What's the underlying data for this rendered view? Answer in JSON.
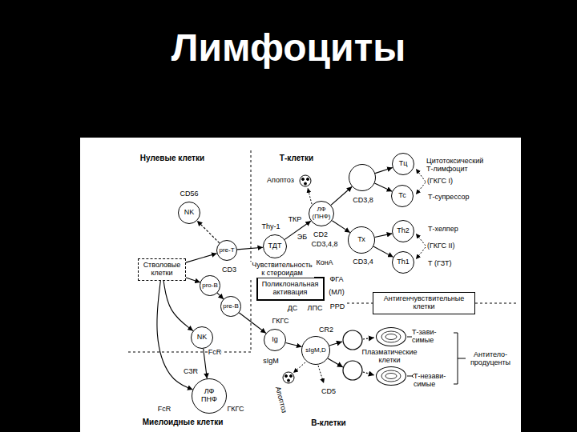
{
  "diagram": {
    "title": "Лимфоциты",
    "nodes": [
      {
        "text": [
          "Стволовые клетки"
        ]
      },
      {
        "text": [
          "NK"
        ]
      },
      {
        "text": [
          "pre-T"
        ]
      },
      {
        "text": [
          "pro-B"
        ]
      },
      {
        "text": [
          "pre-B"
        ]
      },
      {
        "text": [
          "NK"
        ]
      },
      {
        "text": [
          "ЛФ ПНФ"
        ]
      },
      {
        "text": [
          "ТДТ"
        ]
      },
      {
        "text": [
          "ЛФ (ПНФ)"
        ]
      },
      {
        "text": [
          "CD3,8"
        ]
      },
      {
        "text": [
          "Тц"
        ]
      },
      {
        "text": [
          "Тс"
        ]
      },
      {
        "text": [
          "Тх",
          "CD3,4"
        ]
      },
      {
        "text": [
          "Th2"
        ]
      },
      {
        "text": [
          "Th1"
        ]
      },
      {
        "text": [
          "Поликлональная активация"
        ]
      },
      {
        "text": [
          "Антигенчувствительные клетки"
        ]
      },
      {
        "text": [
          "Ig"
        ]
      },
      {
        "text": [
          "sIgM,D"
        ]
      },
      {
        "text": [
          "Т-зави- симые"
        ]
      },
      {
        "text": [
          "Т-незави- симые"
        ]
      }
    ],
    "edges": [
      {
        "from": 0,
        "to": 2,
        "arrow": "to"
      },
      {
        "from": 0,
        "to": 3,
        "arrow": "to"
      },
      {
        "from": 0,
        "to": 5,
        "arrow": "to"
      },
      {
        "from": 0,
        "to": 6,
        "arrow": "to"
      },
      {
        "from": 2,
        "to": 1,
        "arrow": "to"
      },
      {
        "from": 2,
        "to": 7,
        "arrow": "to"
      },
      {
        "from": 3,
        "to": 4,
        "arrow": "to"
      },
      {
        "from": 4,
        "to": 17,
        "arrow": "to"
      },
      {
        "from": 5,
        "to": 6,
        "arrow": "to"
      },
      {
        "from": 7,
        "to": 8,
        "arrow": "to"
      },
      {
        "from": 8,
        "to": 9,
        "arrow": "to"
      },
      {
        "from": 8,
        "to": 12,
        "arrow": "to"
      },
      {
        "from": 9,
        "to": 10,
        "arrow": "to"
      },
      {
        "from": 9,
        "to": 11,
        "arrow": "to"
      },
      {
        "from": 12,
        "to": 13,
        "arrow": "to"
      },
      {
        "from": 12,
        "to": 14,
        "arrow": "to"
      },
      {
        "from": 17,
        "to": 18,
        "arrow": "to"
      }
    ],
    "labels": [
      "Нулевые клетки",
      "Т-клетки",
      "CD56",
      "Апоптоз",
      "Thy-1",
      "ТКР",
      "ЭБ",
      "CD2",
      "CD3,4,8",
      "Цитотоксический Т-лимфоцит",
      "(ГКГС I)",
      "Т-супрессор",
      "Т-хелпер",
      "(ГКГС II)",
      "Т (ГЗТ)",
      "CD3",
      "Чувствительность к стероидам",
      "КонА",
      "ФГА",
      "(МЛ)",
      "PPD",
      "ДС",
      "ЛПС",
      "FcR",
      "C3R",
      "FcR",
      "ГКГС",
      "Миелоидные клетки",
      "ГКГС",
      "CR2",
      "sIgM",
      "Апоптоз",
      "CD5",
      "Плазматические клетки",
      "Антитело- продуценты",
      "В-клетки"
    ]
  }
}
